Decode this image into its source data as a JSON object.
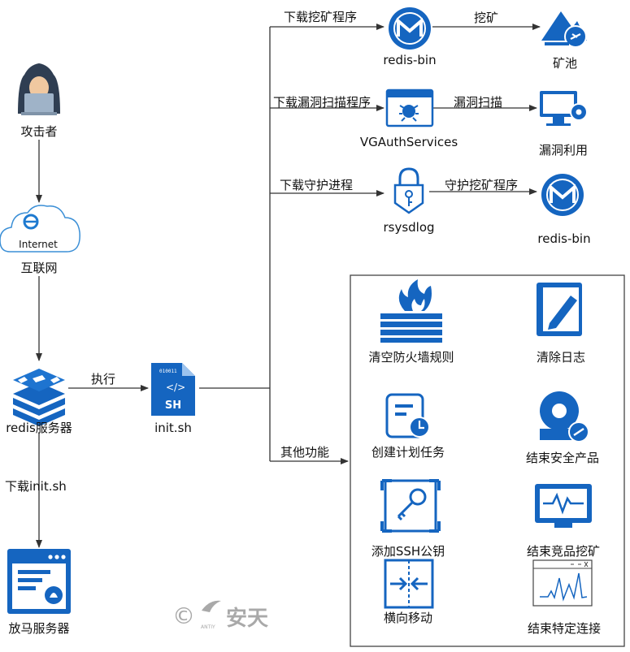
{
  "nodes": {
    "attacker": "攻击者",
    "internet_text": "Internet",
    "internet": "互联网",
    "redis_server": "redis服务器",
    "payload_server": "放马服务器",
    "init_file_badge": "SH",
    "init_file_bits": "010011",
    "init_sh": "init.sh",
    "redis_bin_top": "redis-bin",
    "mining_pool": "矿池",
    "vgauth": "VGAuthServices",
    "vuln_exploit": "漏洞利用",
    "rsysdlog": "rsysdlog",
    "redis_bin_bottom": "redis-bin"
  },
  "edges": {
    "execute": "执行",
    "download_init": "下载init.sh",
    "download_miner": "下载挖矿程序",
    "mining": "挖矿",
    "download_scanner": "下载漏洞扫描程序",
    "vuln_scan": "漏洞扫描",
    "download_guard": "下载守护进程",
    "guard_miner": "守护挖矿程序",
    "other_functions": "其他功能"
  },
  "functions": {
    "clear_firewall": "清空防火墙规则",
    "clear_logs": "清除日志",
    "create_cron": "创建计划任务",
    "kill_security": "结束安全产品",
    "add_ssh_key": "添加SSH公钥",
    "kill_competitors": "结束竞品挖矿",
    "lateral_move": "横向移动",
    "kill_connections": "结束特定连接"
  },
  "watermark": {
    "symbol": "©",
    "brand": "安天",
    "sub": "ANTIY"
  },
  "colors": {
    "accent": "#1565c0",
    "line": "#333333"
  },
  "icons": {
    "attacker": "hacker-icon",
    "internet": "cloud-icon",
    "redis": "redis-icon",
    "payload": "browser-window-icon",
    "script": "shell-script-icon",
    "monero": "monero-icon",
    "pool": "mining-pool-icon",
    "scanner": "bug-window-icon",
    "monitor": "monitor-gear-icon",
    "lock": "lock-icon"
  }
}
